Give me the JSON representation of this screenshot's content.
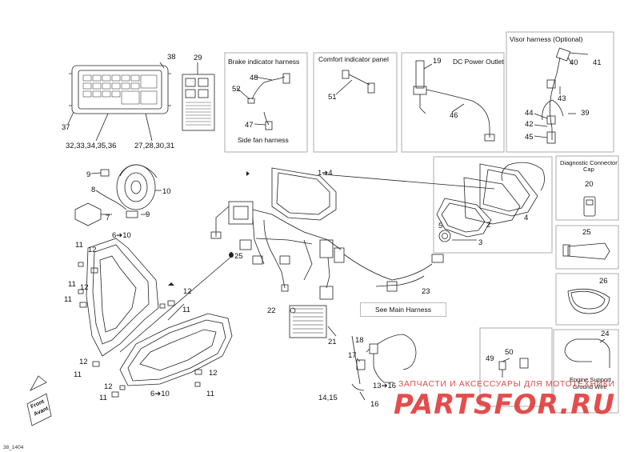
{
  "diagram": {
    "figure_id": "38_1404",
    "front_label": "Front",
    "front_label_fr": "Avant"
  },
  "boxes": {
    "brake_indicator": "Brake indicator harness",
    "side_fan": "Side fan harness",
    "comfort_indicator": "Comfort indicator panel",
    "dc_power": "DC Power Outlet",
    "visor": "Visor harness (Optional)",
    "diag_connector_l1": "Diagnostic Connector",
    "diag_connector_l2": "Cap",
    "engine_support_l1": "Engine Support",
    "engine_support_l2": "Ground Wire",
    "see_main": "See Main Harness"
  },
  "callouts": {
    "c38": "38",
    "c37": "37",
    "c32": "32,33,34,35,36",
    "c27": "27,28,30,31",
    "c29": "29",
    "c48": "48",
    "c52": "52",
    "c47": "47",
    "c51": "51",
    "c19": "19",
    "c46": "46",
    "c40": "40",
    "c41": "41",
    "c43": "43",
    "c44": "44",
    "c39": "39",
    "c42": "42",
    "c45": "45",
    "c9a": "9",
    "c8": "8",
    "c10": "10",
    "c7": "7",
    "c9b": "9",
    "c6_10a": "6➔10",
    "c1_4": "1➔4",
    "c5": "5",
    "c2": "2",
    "c3": "3",
    "c4": "4",
    "c20": "20",
    "c25r": "25",
    "c26": "26",
    "c11a": "11",
    "c12a": "12",
    "c11b": "11",
    "c11c": "11",
    "c12b": "12",
    "c12c": "12",
    "c11d": "11",
    "c25": "25",
    "c22": "22",
    "c21": "21",
    "c23": "23",
    "c18": "18",
    "c17": "17",
    "c13_16": "13➔16",
    "c14_15": "14,15",
    "c16": "16",
    "c12d": "12",
    "c11e": "11",
    "c12e": "12",
    "c11f": "11",
    "c6_10b": "6➔10",
    "c11g": "11",
    "c49": "49",
    "c50": "50",
    "c24": "24"
  },
  "watermark": {
    "ru_text": "ЗАПЧАСТИ И АКСЕССУАРЫ ДЛЯ МОТОТЕХНИКИ",
    "logo": "PARTSFOR.RU"
  }
}
